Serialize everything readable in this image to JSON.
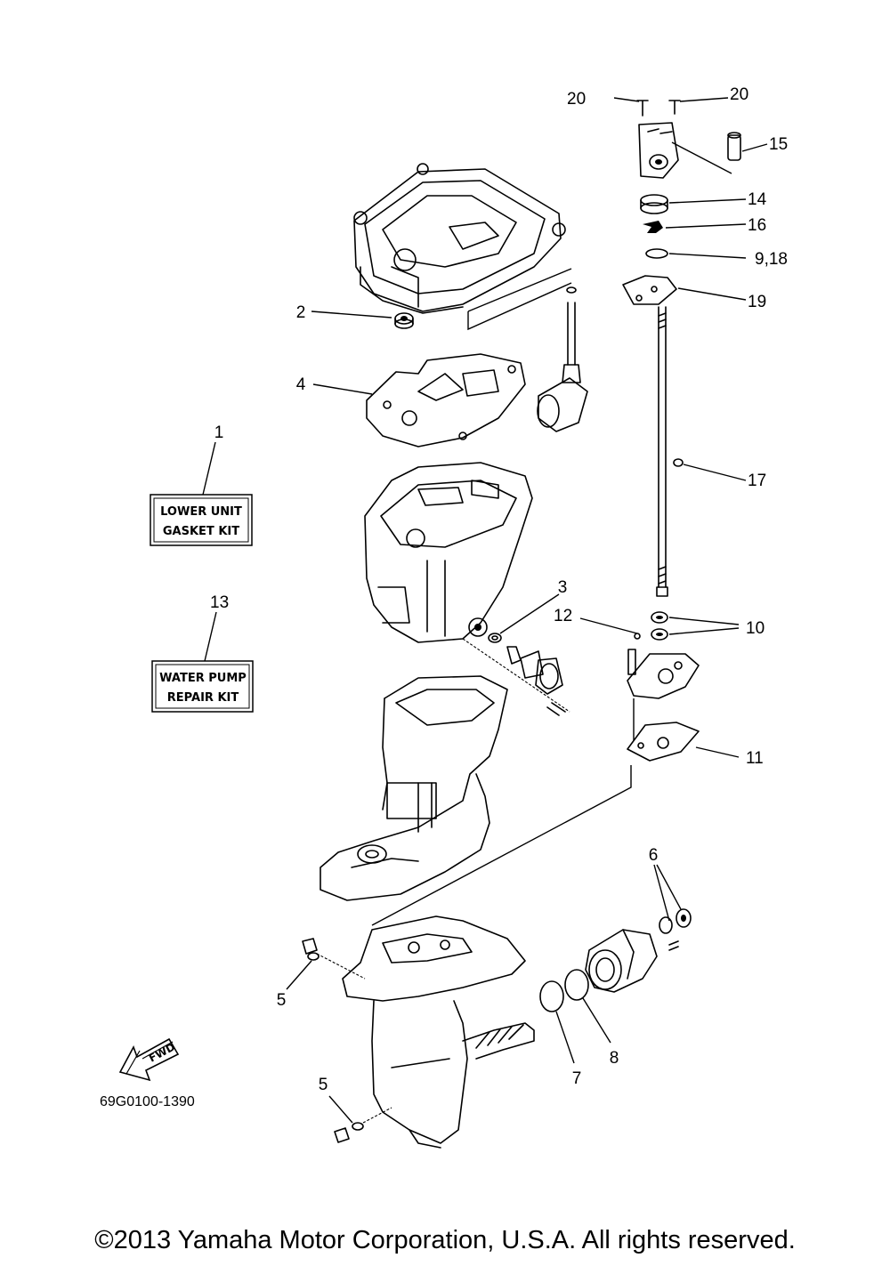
{
  "callouts": {
    "c1": "1",
    "c2": "2",
    "c3": "3",
    "c4": "4",
    "c5a": "5",
    "c5b": "5",
    "c6": "6",
    "c7": "7",
    "c8": "8",
    "c9_18": "9,18",
    "c10": "10",
    "c11": "11",
    "c12": "12",
    "c13": "13",
    "c14": "14",
    "c15": "15",
    "c16": "16",
    "c17": "17",
    "c19": "19",
    "c20a": "20",
    "c20b": "20"
  },
  "kits": {
    "gasket": {
      "line1": "LOWER UNIT",
      "line2": "GASKET KIT"
    },
    "water_pump": {
      "line1": "WATER PUMP",
      "line2": "REPAIR KIT"
    }
  },
  "fwd_label": "FWD",
  "diagram_code": "69G0100-1390",
  "copyright": "©2013 Yamaha Motor Corporation, U.S.A. All rights reserved."
}
